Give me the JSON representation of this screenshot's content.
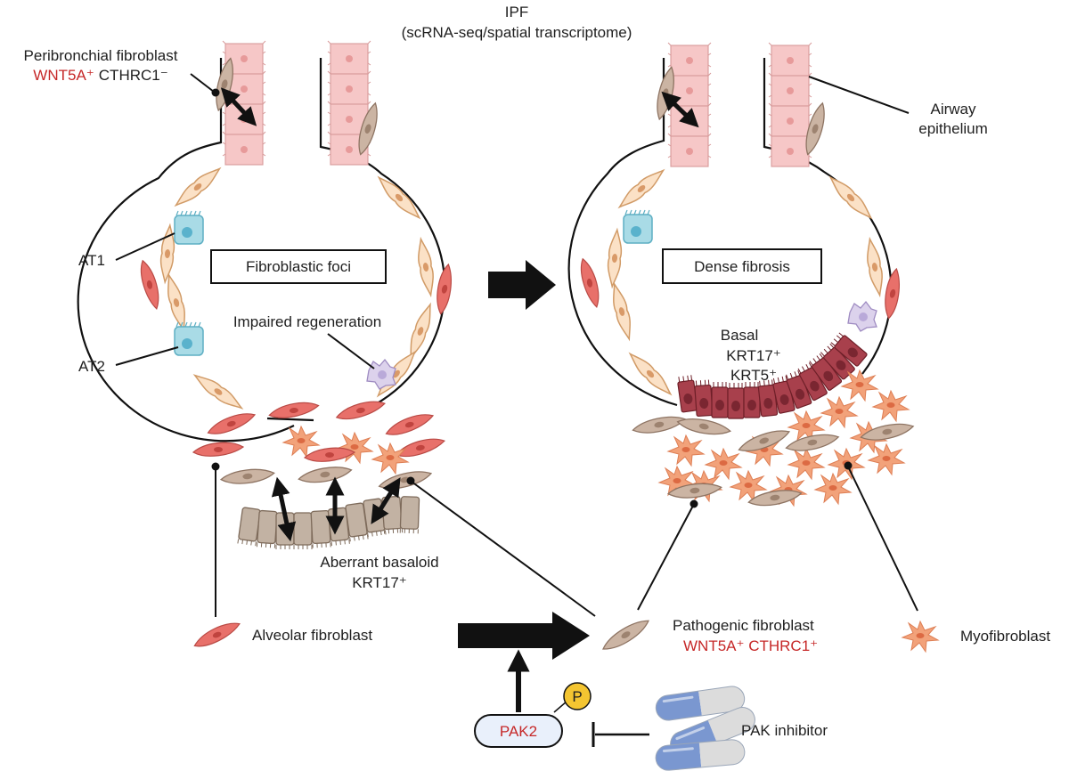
{
  "header": {
    "line1": "IPF",
    "line2": "(scRNA-seq/spatial transcriptome)"
  },
  "left_panel": {
    "peribronchial": {
      "name": "Peribronchial fibroblast",
      "marker1": "WNT5A⁺",
      "marker2": "CTHRC1⁻"
    },
    "at1": "AT1",
    "at2": "AT2",
    "box": "Fibroblastic foci",
    "impaired": "Impaired regeneration",
    "aberrant_line1": "Aberrant basaloid",
    "aberrant_line2": "KRT17⁺"
  },
  "right_panel": {
    "airway_line1": "Airway",
    "airway_line2": "epithelium",
    "box": "Dense fibrosis",
    "basal_line1": "Basal",
    "basal_line2": "KRT17⁺",
    "basal_line3": "KRT5⁺"
  },
  "legend": {
    "alveolar": "Alveolar fibroblast",
    "pathogenic_name": "Pathogenic fibroblast",
    "pathogenic_markers": "WNT5A⁺ CTHRC1⁺",
    "myofibroblast": "Myofibroblast"
  },
  "pathway": {
    "pak2": "PAK2",
    "phospho": "P",
    "inhibitor": "PAK inhibitor"
  },
  "colors": {
    "marker_red": "#c62828",
    "epithelium_pink": "#f6c7c7",
    "alveolar_fibroblast": "#e8706a",
    "pathogenic_fibroblast": "#c9b3a3",
    "myofibroblast": "#f2a27a",
    "at_cell_blue": "#a9dbe6",
    "basal_maroon": "#a8404c",
    "phospho_yellow": "#f4c531",
    "pak2_box": "#e9f0fb"
  }
}
